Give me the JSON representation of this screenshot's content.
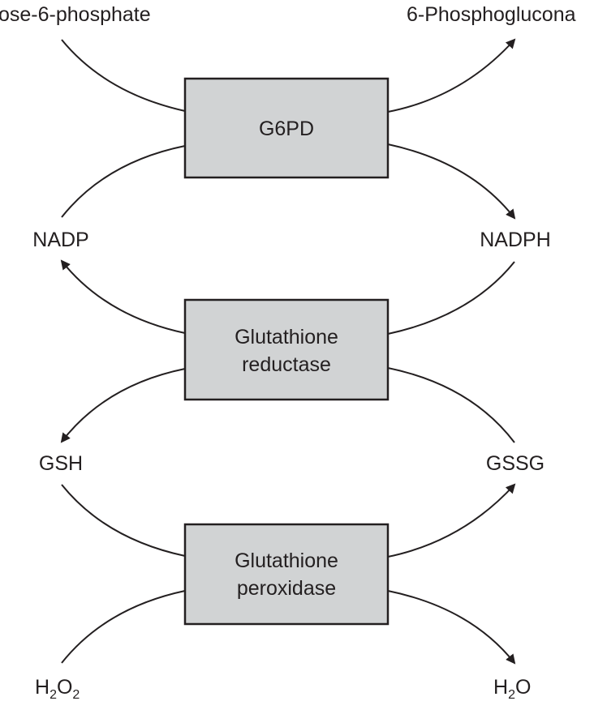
{
  "diagram": {
    "title": "Glutathione redox cycle coupled to G6PD",
    "colors": {
      "box_fill": "#d1d3d4",
      "line": "#231f20",
      "background": "#ffffff"
    },
    "enzymes": [
      {
        "id": "g6pd",
        "lines": [
          "G6PD"
        ]
      },
      {
        "id": "glutathione-reductase",
        "lines": [
          "Glutathione",
          "reductase"
        ]
      },
      {
        "id": "glutathione-peroxidase",
        "lines": [
          "Glutathione",
          "peroxidase"
        ]
      }
    ],
    "metabolites": {
      "glucose_6_phosphate": "ose-6-phosphate",
      "phosphogluconate": "6-Phosphoglucona",
      "nadp": "NADP",
      "nadph": "NADPH",
      "gsh": "GSH",
      "gssg": "GSSG",
      "h2o2": {
        "base1": "H",
        "sub1": "2",
        "base2": "O",
        "sub2": "2"
      },
      "h2o": {
        "base1": "H",
        "sub1": "2",
        "base2": "O"
      }
    },
    "reactions": [
      {
        "enzyme": "G6PD",
        "substrates": [
          "Glucose-6-phosphate",
          "NADP"
        ],
        "products": [
          "6-Phosphogluconate",
          "NADPH"
        ]
      },
      {
        "enzyme": "Glutathione reductase",
        "substrates": [
          "NADPH",
          "GSSG"
        ],
        "products": [
          "NADP",
          "GSH"
        ]
      },
      {
        "enzyme": "Glutathione peroxidase",
        "substrates": [
          "GSH",
          "H2O2"
        ],
        "products": [
          "GSSG",
          "H2O"
        ]
      }
    ]
  }
}
